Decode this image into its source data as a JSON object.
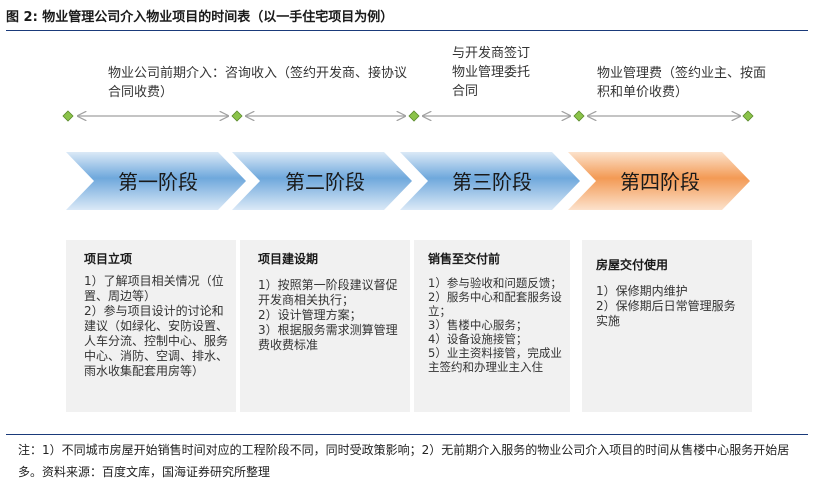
{
  "title": "图 2: 物业管理公司介入物业项目的时间表（以一手住宅项目为例）",
  "top_labels": [
    "物业公司前期介入：咨询收入（签约开发商、接协议合同收费）",
    "与开发商签订物业管理委托合同",
    "物业管理费（签约业主、按面积和单价收费）"
  ],
  "stages": [
    "第一阶段",
    "第二阶段",
    "第三阶段",
    "第四阶段"
  ],
  "colors": {
    "blue": "#5b9bd5",
    "orange": "#f4a460",
    "diamond": "#7cb342",
    "card_bg": "#f1f1f1"
  },
  "cards": [
    {
      "title": "项目立项",
      "body": "1）了解项目相关情况（位置、周边等）\n2）参与项目设计的讨论和建议（如绿化、安防设置、人车分流、控制中心、服务中心、消防、空调、排水、雨水收集配套用房等）"
    },
    {
      "title": "项目建设期",
      "body": "1）按照第一阶段建议督促开发商相关执行；\n2）设计管理方案；\n3）根据服务需求测算管理费收费标准"
    },
    {
      "title": "销售至交付前",
      "body": "1）参与验收和问题反馈；\n2）服务中心和配套服务设立；\n3）售楼中心服务；\n4）设备设施接管；\n5）业主资料接管，完成业主签约和办理业主入住"
    },
    {
      "title": "房屋交付使用",
      "body": "1）保修期内维护\n2）保修期后日常管理服务实施"
    }
  ],
  "note": "注：1）不同城市房屋开始销售时间对应的工程阶段不同，同时受政策影响；2）无前期介入服务的物业公司介入项目的时间从售楼中心服务开始居多。资料来源：百度文库，国海证券研究所整理"
}
